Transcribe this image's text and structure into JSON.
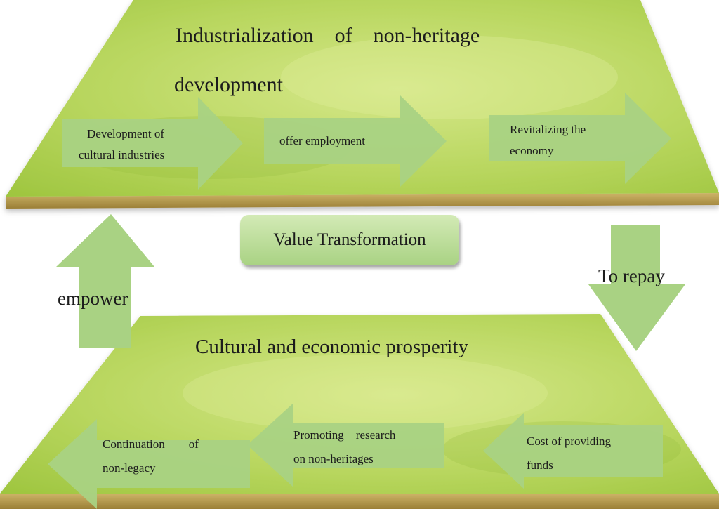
{
  "diagram": {
    "top_platform": {
      "title_line1": "Industrialization    of    non-heritage",
      "title_line2": "development",
      "steps": [
        {
          "line1": "Development of",
          "line2": "cultural industries"
        },
        {
          "line1": "offer employment",
          "line2": ""
        },
        {
          "line1": "Revitalizing the",
          "line2": "economy"
        }
      ]
    },
    "bottom_platform": {
      "title": "Cultural and economic prosperity",
      "steps": [
        {
          "line1": "Continuation        of",
          "line2": "non-legacy"
        },
        {
          "line1": "Promoting    research",
          "line2": "on non-heritages"
        },
        {
          "line1": "Cost of providing",
          "line2": "funds"
        }
      ]
    },
    "center_label": "Value Transformation",
    "left_arrow_label": "empower",
    "right_arrow_label": "To repay"
  },
  "colors": {
    "grass_light": "#c9e07e",
    "grass_dark": "#9dc63e",
    "soil": "#b89a4e",
    "arrow": "#a9d283",
    "text": "#1c1c1c"
  }
}
